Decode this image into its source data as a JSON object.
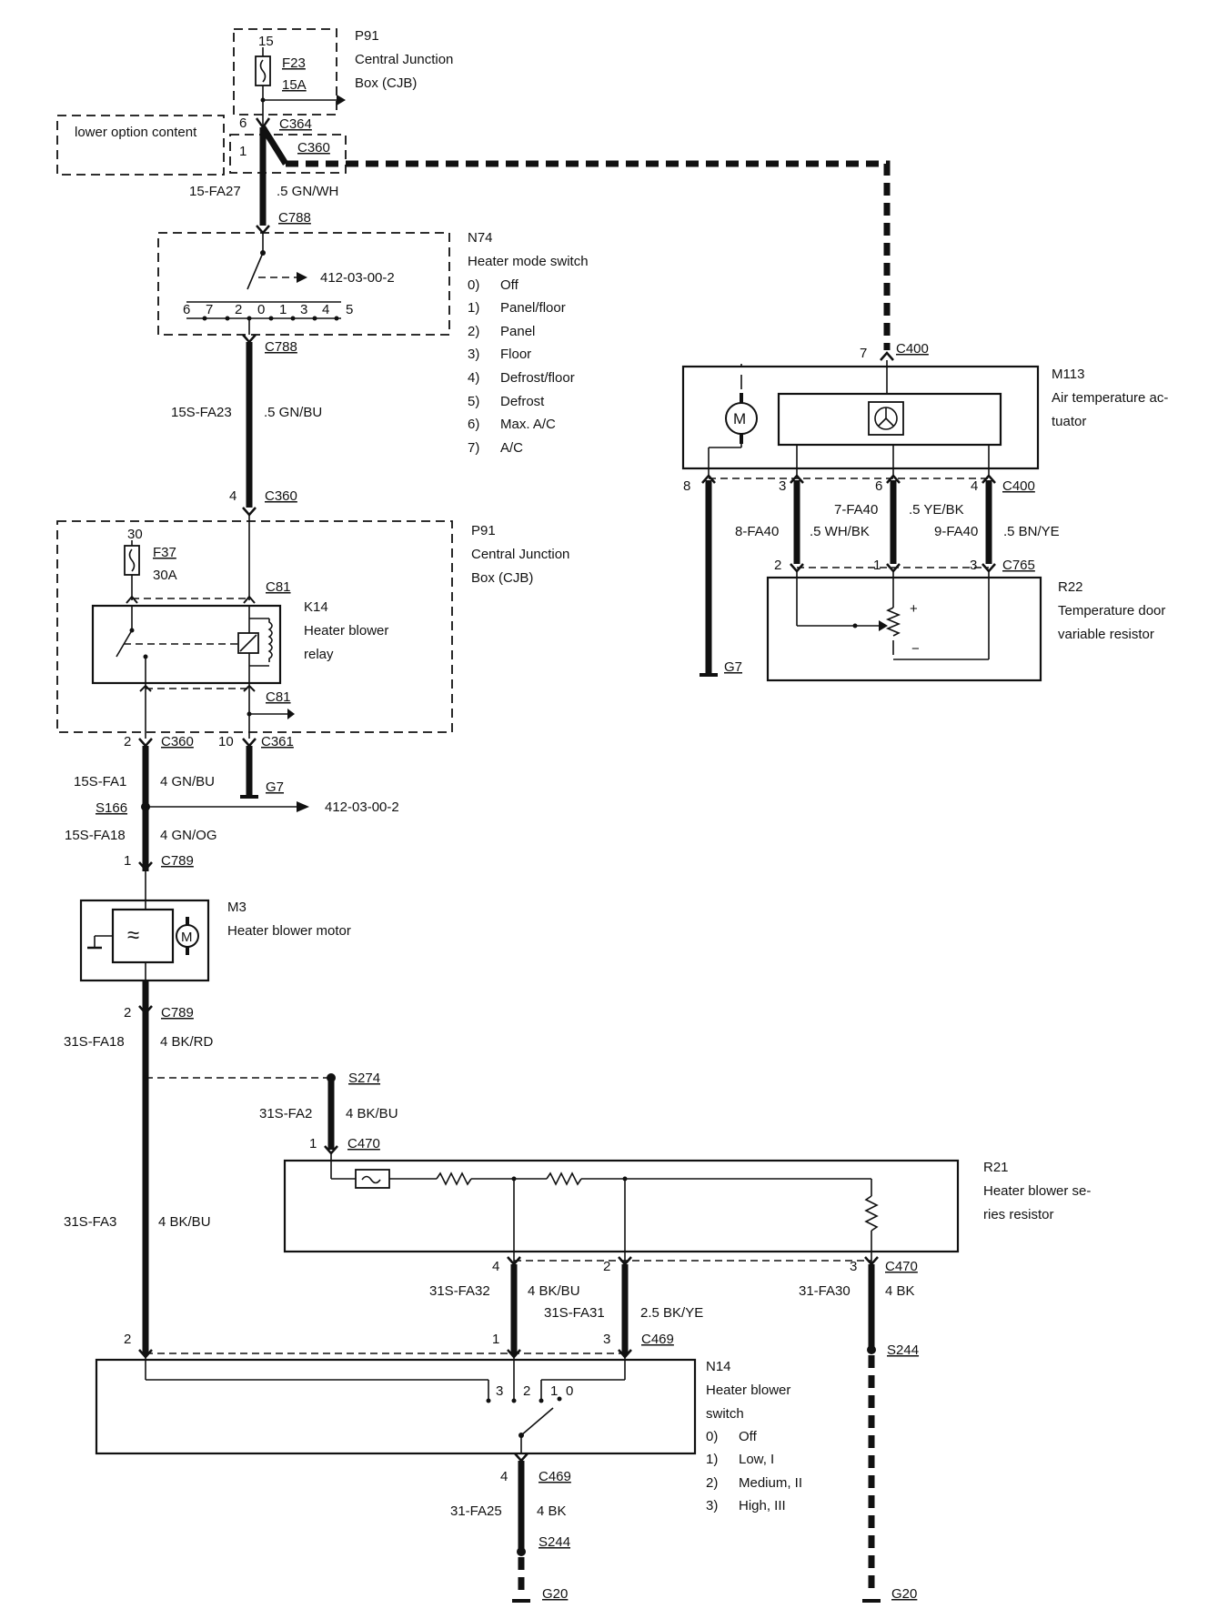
{
  "top_cjb": {
    "pin": "15",
    "fuse": "F23",
    "rating": "15A",
    "ref": "P91",
    "name1": "Central Junction",
    "name2": "Box (CJB)"
  },
  "lower_option": "lower option content",
  "c364": {
    "pin": "6",
    "conn": "C364"
  },
  "c360a": {
    "pin": "1",
    "conn": "C360"
  },
  "wire1": {
    "circuit": "15-FA27",
    "spec": ".5 GN/WH"
  },
  "c788a": "C788",
  "n74": {
    "ref": "N74",
    "name": "Heater mode switch",
    "pin_row": [
      "6",
      "7",
      "2",
      "0",
      "1",
      "3",
      "4",
      "5"
    ],
    "xref": "412-03-00-2",
    "positions": [
      {
        "num": "0)",
        "label": "Off"
      },
      {
        "num": "1)",
        "label": "Panel/floor"
      },
      {
        "num": "2)",
        "label": "Panel"
      },
      {
        "num": "3)",
        "label": "Floor"
      },
      {
        "num": "4)",
        "label": "Defrost/floor"
      },
      {
        "num": "5)",
        "label": "Defrost"
      },
      {
        "num": "6)",
        "label": "Max. A/C"
      },
      {
        "num": "7)",
        "label": "A/C"
      }
    ]
  },
  "c788b": "C788",
  "wire2": {
    "circuit": "15S-FA23",
    "spec": ".5 GN/BU"
  },
  "c360b": {
    "pin": "4",
    "conn": "C360"
  },
  "cjb2": {
    "ref": "P91",
    "name1": "Central Junction",
    "name2": "Box (CJB)",
    "pin": "30",
    "fuse": "F37",
    "rating": "30A",
    "c81a": "C81",
    "c81b": "C81"
  },
  "k14": {
    "ref": "K14",
    "name1": "Heater blower",
    "name2": "relay"
  },
  "c360c": {
    "pin": "2",
    "conn": "C360"
  },
  "c361": {
    "pin": "10",
    "conn": "C361"
  },
  "wire3": {
    "circuit": "15S-FA1",
    "spec": "4 GN/BU"
  },
  "g7a": "G7",
  "s166": {
    "label": "S166",
    "xref": "412-03-00-2"
  },
  "wire4": {
    "circuit": "15S-FA18",
    "spec": "4 GN/OG"
  },
  "c789a": {
    "pin": "1",
    "conn": "C789"
  },
  "m3": {
    "ref": "M3",
    "name": "Heater blower motor",
    "motor": "M"
  },
  "c789b": {
    "pin": "2",
    "conn": "C789"
  },
  "wire5": {
    "circuit": "31S-FA18",
    "spec": "4 BK/RD"
  },
  "s274": "S274",
  "wire6": {
    "circuit": "31S-FA2",
    "spec": "4 BK/BU"
  },
  "c470a": {
    "pin": "1",
    "conn": "C470"
  },
  "r21": {
    "ref": "R21",
    "name1": "Heater blower se-",
    "name2": "ries resistor"
  },
  "wire7": {
    "circuit": "31S-FA3",
    "spec": "4 BK/BU"
  },
  "r21_pins": {
    "p4": "4",
    "p2": "2",
    "p3": "3",
    "conn": "C470"
  },
  "wire8": {
    "circuit": "31S-FA32",
    "spec": "4 BK/BU"
  },
  "wire9": {
    "circuit": "31S-FA31",
    "spec": "2.5 BK/YE"
  },
  "wire10": {
    "circuit": "31-FA30",
    "spec": "4 BK"
  },
  "c469a": {
    "p2": "2",
    "p1": "1",
    "p3": "3",
    "conn": "C469"
  },
  "s244a": "S244",
  "n14": {
    "ref": "N14",
    "name1": "Heater blower",
    "name2": "switch",
    "contacts": [
      "3",
      "2",
      "1",
      "0"
    ],
    "positions": [
      {
        "num": "0)",
        "label": "Off"
      },
      {
        "num": "1)",
        "label": "Low, I"
      },
      {
        "num": "2)",
        "label": "Medium, II"
      },
      {
        "num": "3)",
        "label": "High, III"
      }
    ]
  },
  "c469b": {
    "pin": "4",
    "conn": "C469"
  },
  "wire11": {
    "circuit": "31-FA25",
    "spec": "4 BK"
  },
  "s244b": "S244",
  "g20a": "G20",
  "g20b": "G20",
  "c400a": {
    "pin": "7",
    "conn": "C400"
  },
  "m113": {
    "ref": "M113",
    "name1": "Air temperature ac-",
    "name2": "tuator",
    "motor": "M"
  },
  "c400b": {
    "p8": "8",
    "p3": "3",
    "p6": "6",
    "p4": "4",
    "conn": "C400"
  },
  "wire12": {
    "circuit": "8-FA40",
    "spec": ".5 WH/BK"
  },
  "wire13": {
    "circuit": "7-FA40",
    "spec": ".5 YE/BK"
  },
  "wire14": {
    "circuit": "9-FA40",
    "spec": ".5 BN/YE"
  },
  "c765": {
    "p2": "2",
    "p1": "1",
    "p3": "3",
    "conn": "C765"
  },
  "r22": {
    "ref": "R22",
    "name1": "Temperature door",
    "name2": "variable resistor",
    "plus": "+",
    "minus": "−"
  },
  "g7b": "G7"
}
